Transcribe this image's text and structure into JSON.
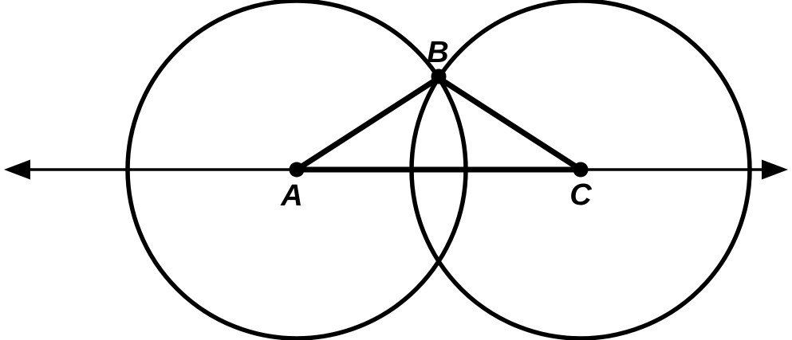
{
  "diagram": {
    "description": "Geometry construction: two congruent intersecting circles with centers A and C lying on a horizontal line with arrowheads at both ends; triangle ABC connects the two centers to the upper intersection point B of the circles; filled dots mark points A, B and C.",
    "colors": {
      "stroke": "#000000",
      "background": "#ffffff"
    },
    "points": {
      "A": {
        "label": "A",
        "role": "center of left circle, on the horizontal line"
      },
      "B": {
        "label": "B",
        "role": "upper intersection point of the two circles, apex of triangle"
      },
      "C": {
        "label": "C",
        "role": "center of right circle, on the horizontal line"
      }
    },
    "circles": [
      {
        "name": "left-circle",
        "center": "A"
      },
      {
        "name": "right-circle",
        "center": "C"
      }
    ],
    "line": {
      "through": [
        "A",
        "C"
      ],
      "arrow_left": true,
      "arrow_right": true
    },
    "triangle_segments": [
      "AB",
      "BC",
      "AC"
    ]
  }
}
